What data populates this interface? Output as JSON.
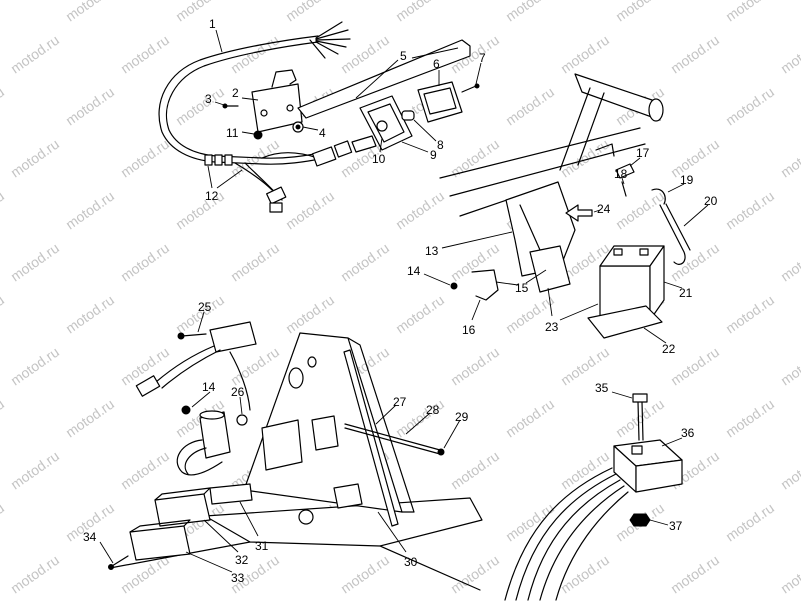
{
  "watermark": "motod.ru",
  "callouts": [
    "1",
    "2",
    "3",
    "4",
    "5",
    "6",
    "7",
    "8",
    "9",
    "10",
    "11",
    "12",
    "13",
    "14",
    "15",
    "16",
    "17",
    "18",
    "19",
    "20",
    "21",
    "22",
    "23",
    "24",
    "25",
    "14",
    "26",
    "27",
    "28",
    "29",
    "30",
    "31",
    "32",
    "33",
    "34",
    "35",
    "36",
    "37"
  ]
}
